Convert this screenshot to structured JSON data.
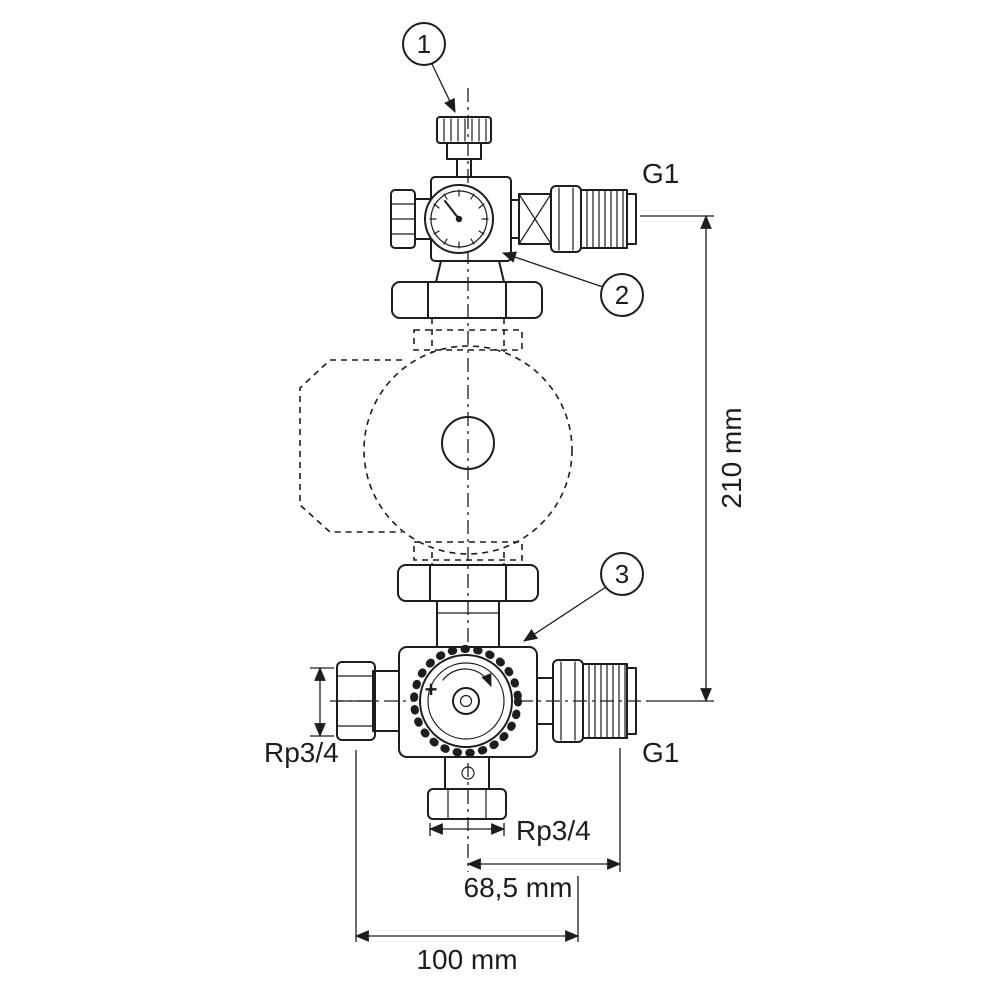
{
  "diagram": {
    "callouts": [
      {
        "label": "1"
      },
      {
        "label": "2"
      },
      {
        "label": "3"
      }
    ],
    "labels": {
      "top_right_port": "G1",
      "overall_height": "210 mm",
      "side_port_left": "Rp3/4",
      "bottom_right_port": "G1",
      "bottom_port": "Rp3/4",
      "center_to_port_width": "68,5 mm",
      "overall_width": "100 mm"
    },
    "knob": {
      "plus": "+"
    },
    "colors": {
      "line": "#1d1d1b",
      "background": "#ffffff"
    }
  }
}
